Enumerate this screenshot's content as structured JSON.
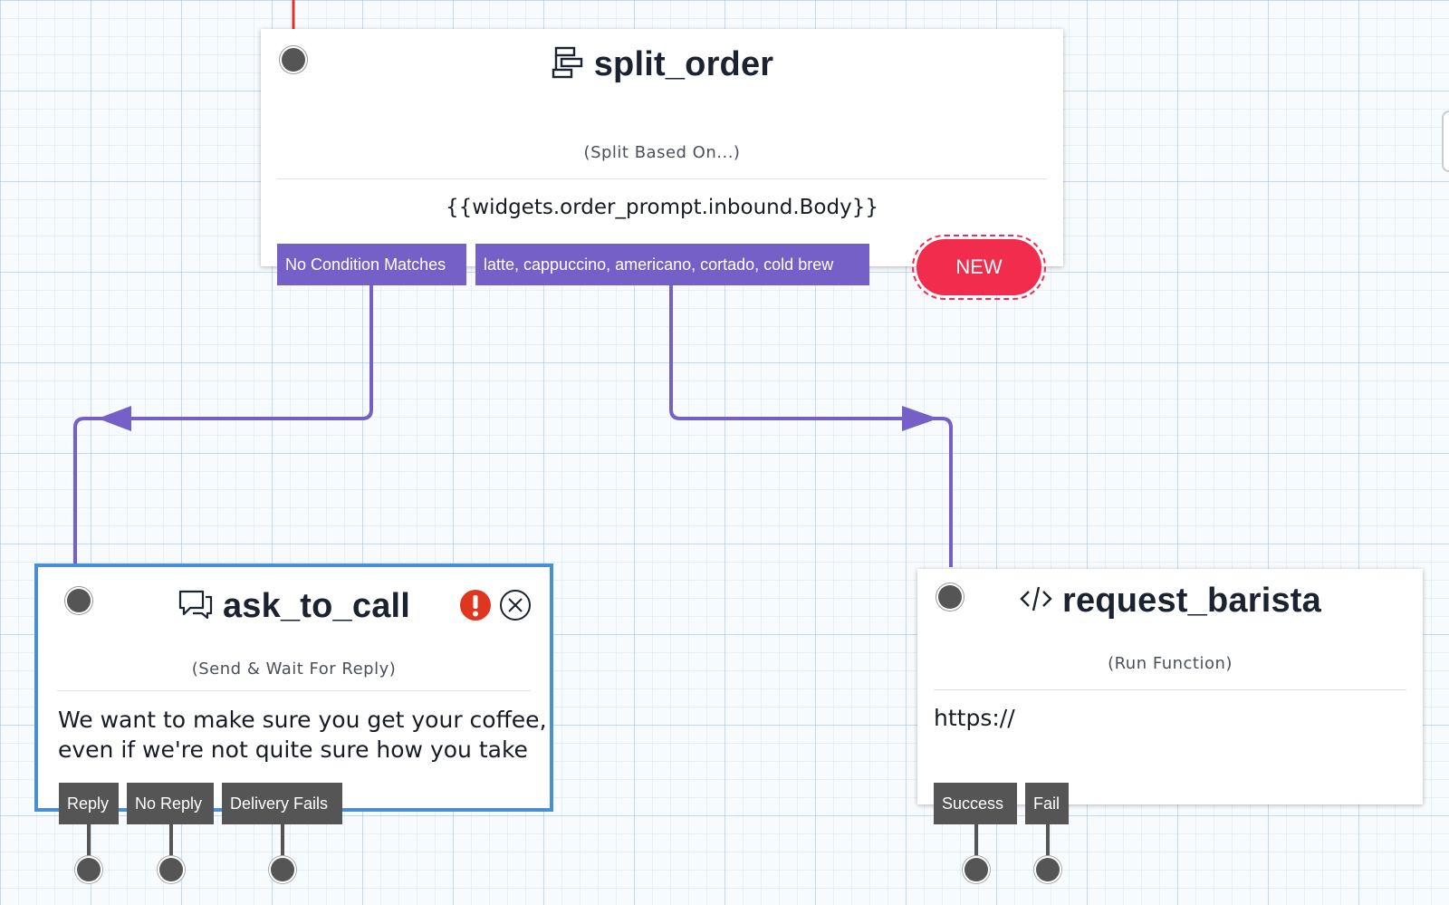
{
  "widgets": {
    "split_order": {
      "title": "split_order",
      "type": "(Split Based On...)",
      "body": "{{widgets.order_prompt.inbound.Body}}",
      "transitions": [
        "No Condition Matches",
        "latte, cappuccino, americano, cortado, cold brew"
      ],
      "new_button": "NEW",
      "icon": "split-icon"
    },
    "ask_to_call": {
      "title": "ask_to_call",
      "type": "(Send & Wait For Reply)",
      "body_line1": "We want to make sure you get your coffee,",
      "body_line2": "even if we're not quite sure how you take",
      "transitions": [
        "Reply",
        "No Reply",
        "Delivery Fails"
      ],
      "icon": "chat-icon",
      "warning_icon": "error-icon",
      "close_icon": "close-icon"
    },
    "request_barista": {
      "title": "request_barista",
      "type": "(Run Function)",
      "body": "https://",
      "transitions": [
        "Success",
        "Fail"
      ],
      "icon": "code-icon"
    }
  },
  "colors": {
    "transition_purple": "#7460c6",
    "selected_border": "#4a90d0",
    "new_red": "#f12c4c",
    "incoming_red": "#e0302e",
    "port_gray": "#555555"
  }
}
